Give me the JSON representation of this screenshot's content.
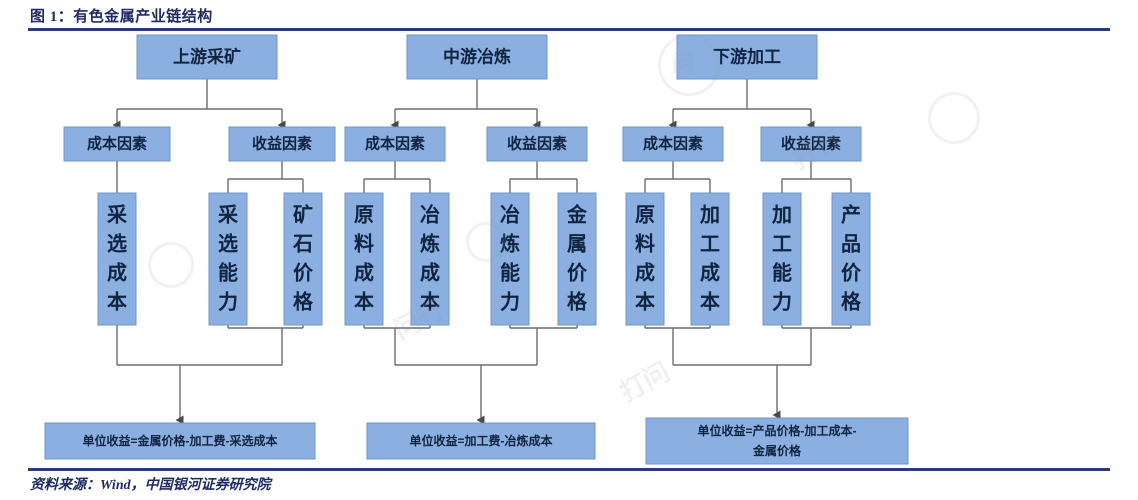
{
  "figure": {
    "title": "图 1：有色金属产业链结构",
    "source": "资料来源：Wind，中国银河证券研究院"
  },
  "diagram": {
    "type": "flowchart",
    "orientation": "top-down",
    "colors": {
      "node_fill": "#8aafe0",
      "node_stroke": "#6f96cc",
      "node_text": "#10233f",
      "connector": "#6b6b6b",
      "rule": "#2a3a7c",
      "title_text": "#1f2a63"
    },
    "stages": [
      {
        "id": "upstream",
        "stage_label": "上游采矿",
        "factors": [
          {
            "id": "upstream-cost",
            "label": "成本因素",
            "leaves": [
              {
                "id": "mining-cost",
                "label": "采选成本"
              }
            ]
          },
          {
            "id": "upstream-revenue",
            "label": "收益因素",
            "leaves": [
              {
                "id": "mining-capacity",
                "label": "采选能力"
              },
              {
                "id": "ore-price",
                "label": "矿石价格"
              }
            ]
          }
        ],
        "result": "单位收益=金属价格-加工费-采选成本"
      },
      {
        "id": "midstream",
        "stage_label": "中游冶炼",
        "factors": [
          {
            "id": "midstream-cost",
            "label": "成本因素",
            "leaves": [
              {
                "id": "raw-material-cost-mid",
                "label": "原料成本"
              },
              {
                "id": "smelting-cost",
                "label": "冶炼成本"
              }
            ]
          },
          {
            "id": "midstream-revenue",
            "label": "收益因素",
            "leaves": [
              {
                "id": "smelting-capacity",
                "label": "冶炼能力"
              },
              {
                "id": "metal-price",
                "label": "金属价格"
              }
            ]
          }
        ],
        "result": "单位收益=加工费-冶炼成本"
      },
      {
        "id": "downstream",
        "stage_label": "下游加工",
        "factors": [
          {
            "id": "downstream-cost",
            "label": "成本因素",
            "leaves": [
              {
                "id": "raw-material-cost-down",
                "label": "原料成本"
              },
              {
                "id": "processing-cost",
                "label": "加工成本"
              }
            ]
          },
          {
            "id": "downstream-revenue",
            "label": "收益因素",
            "leaves": [
              {
                "id": "processing-capacity",
                "label": "加工能力"
              },
              {
                "id": "product-price",
                "label": "产品价格"
              }
            ]
          }
        ],
        "result": "单位收益=产品价格-加工成本-金属价格"
      }
    ]
  }
}
